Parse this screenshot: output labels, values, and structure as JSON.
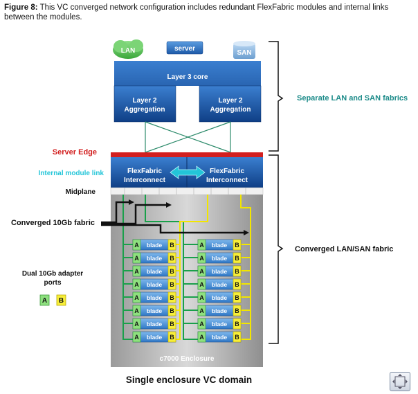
{
  "caption": {
    "figure_label": "Figure 8:",
    "text": "This VC converged network configuration includes redundant FlexFabric modules and internal links between the modules."
  },
  "top": {
    "lan": "LAN",
    "server": "server",
    "san": "SAN"
  },
  "core": {
    "layer3": "Layer 3 core",
    "agg_left_line1": "Layer 2",
    "agg_left_line2": "Aggregation",
    "agg_right_line1": "Layer 2",
    "agg_right_line2": "Aggregation"
  },
  "labels": {
    "server_edge": "Server Edge",
    "internal_link": "Internal module link",
    "midplane": "Midplane",
    "converged_fabric": "Converged 10Gb fabric",
    "dual_adapter_line1": "Dual 10Gb adapter",
    "dual_adapter_line2": "ports",
    "port_a": "A",
    "port_b": "B",
    "separate_fabrics": "Separate LAN and SAN fabrics",
    "converged_lan_san": "Converged LAN/SAN fabric",
    "enclosure": "c7000 Enclosure",
    "domain_title": "Single enclosure VC domain"
  },
  "modules": {
    "left_line1": "FlexFabric",
    "left_line2": "Interconnect",
    "right_line1": "FlexFabric",
    "right_line2": "Interconnect"
  },
  "blade": {
    "label": "blade",
    "port_a": "A",
    "port_b": "B"
  },
  "colors": {
    "lan_blue": "#1f5fa8",
    "green_link": "#1aa04a",
    "yellow_link": "#f2e600",
    "server_edge_red": "#d21f1f",
    "internal_cyan": "#23c5d8",
    "teal_label": "#1a8a88"
  }
}
